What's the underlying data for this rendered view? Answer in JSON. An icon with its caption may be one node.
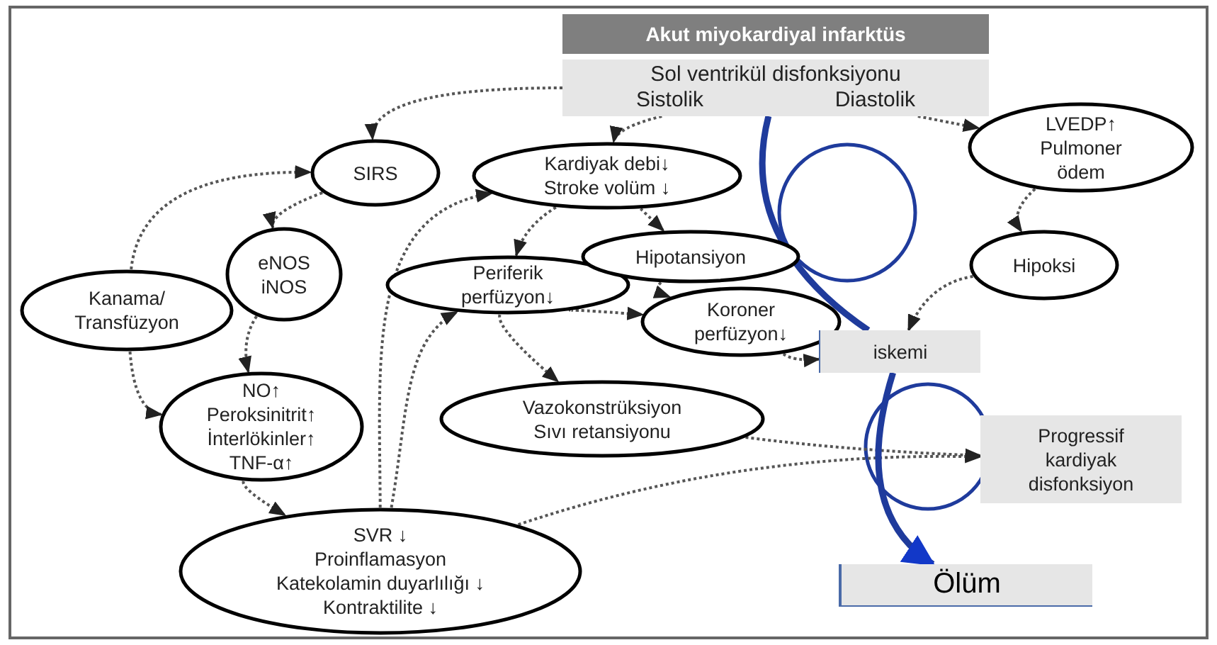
{
  "diagram": {
    "nodes": [
      {
        "text": [
          "Akut miyokardiyal infarktüs"
        ]
      },
      {
        "text": [
          "Sol ventrikül disfonksiyonu",
          "Sistolik",
          "Diastolik"
        ]
      },
      {
        "text": [
          "SIRS"
        ]
      },
      {
        "text": [
          "Kardiyak debi↓",
          "Stroke volüm ↓"
        ]
      },
      {
        "text": [
          "LVEDP↑",
          "Pulmoner ödem"
        ]
      },
      {
        "text": [
          "eNOS",
          "iNOS"
        ]
      },
      {
        "text": [
          "Periferik perfüzyon↓"
        ]
      },
      {
        "text": [
          "Hipotansiyon"
        ]
      },
      {
        "text": [
          "Hipoksi"
        ]
      },
      {
        "text": [
          "Kanama/ Transfüzyon"
        ]
      },
      {
        "text": [
          "Koroner perfüzyon↓"
        ]
      },
      {
        "text": [
          "iskemi"
        ]
      },
      {
        "text": [
          "NO↑",
          "Peroksinitrit↑",
          "İnterlökinler↑",
          "TNF-α↑"
        ]
      },
      {
        "text": [
          "Vazokonstrüksiyon",
          "Sıvı retansiyonu"
        ]
      },
      {
        "text": [
          "Progressif kardiyak disfonksiyon"
        ]
      },
      {
        "text": [
          "SVR ↓",
          "Proinflamasyon",
          "Katekolamin duyarlılığı ↓",
          "Kontraktilite ↓"
        ]
      },
      {
        "text": [
          "Ölüm"
        ]
      }
    ],
    "edges": [
      {
        "from": 1,
        "to": 2,
        "arrow": "to",
        "style": "dashed"
      },
      {
        "from": 9,
        "to": 2,
        "arrow": "to",
        "style": "dashed"
      },
      {
        "from": 2,
        "to": 5,
        "arrow": "to",
        "style": "dashed"
      },
      {
        "from": 5,
        "to": 12,
        "arrow": "to",
        "style": "dashed"
      },
      {
        "from": 9,
        "to": 12,
        "arrow": "to",
        "style": "dashed"
      },
      {
        "from": 12,
        "to": 15,
        "arrow": "to",
        "style": "dashed"
      },
      {
        "from": 15,
        "to": 3,
        "arrow": "to",
        "style": "dashed"
      },
      {
        "from": 15,
        "to": 6,
        "arrow": "to",
        "style": "dashed"
      },
      {
        "from": 1,
        "to": 3,
        "arrow": "to",
        "style": "dashed"
      },
      {
        "from": 3,
        "to": 6,
        "arrow": "to",
        "style": "dashed"
      },
      {
        "from": 3,
        "to": 7,
        "arrow": "to",
        "style": "dashed"
      },
      {
        "from": 7,
        "to": 10,
        "arrow": "to",
        "style": "dashed"
      },
      {
        "from": 6,
        "to": 13,
        "arrow": "to",
        "style": "dashed"
      },
      {
        "from": 6,
        "to": 10,
        "arrow": "to",
        "style": "dashed"
      },
      {
        "from": 10,
        "to": 11,
        "arrow": "to",
        "style": "dashed"
      },
      {
        "from": 1,
        "to": 4,
        "arrow": "to",
        "style": "dashed"
      },
      {
        "from": 4,
        "to": 8,
        "arrow": "to",
        "style": "dashed"
      },
      {
        "from": 8,
        "to": 11,
        "arrow": "to",
        "style": "dashed"
      },
      {
        "from": 13,
        "to": 14,
        "arrow": "to",
        "style": "dashed"
      },
      {
        "from": 15,
        "to": 14,
        "arrow": "to",
        "style": "dashed"
      },
      {
        "from": 1,
        "to": 11,
        "arrow": "none",
        "style": "thick",
        "color": "#1f3b9c"
      },
      {
        "from": 11,
        "to": 16,
        "arrow": "to",
        "style": "thick",
        "color": "#1f3b9c"
      }
    ]
  }
}
